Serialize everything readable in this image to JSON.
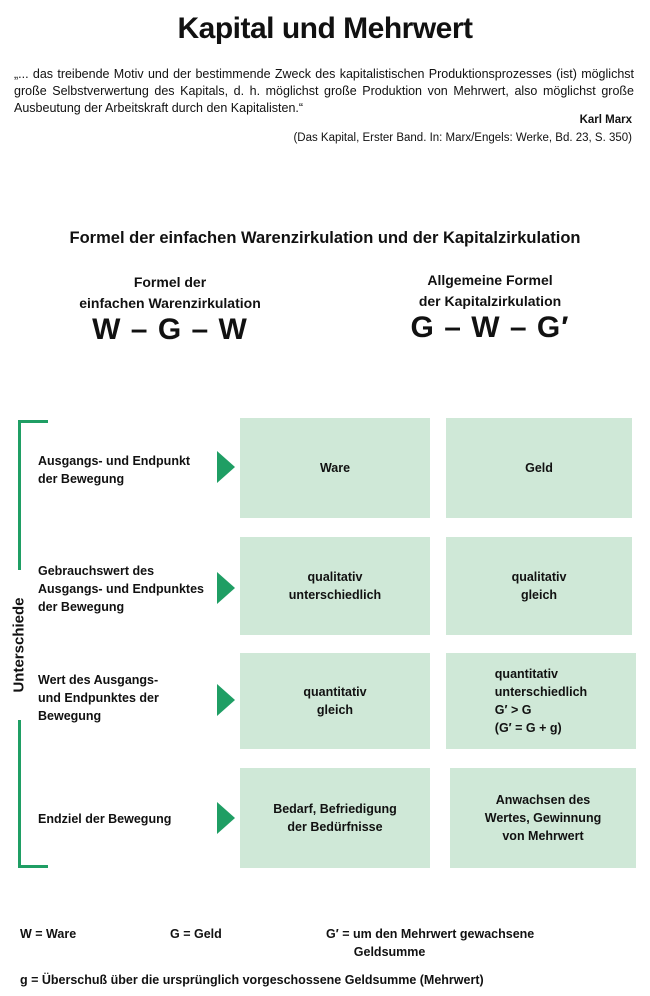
{
  "title": "Kapital und Mehrwert",
  "quote": {
    "text": "„... das treibende Motiv und der bestimmende Zweck des kapitalistischen Produktionsprozesses (ist) möglichst große Selbstverwertung des Kapitals, d. h. möglichst große Produktion von Mehrwert, also möglichst große Ausbeutung der Arbeitskraft durch den Kapitalisten.“",
    "author": "Karl Marx",
    "source": "(Das Kapital, Erster Band. In: Marx/Engels: Werke, Bd. 23, S. 350)"
  },
  "diagram": {
    "title": "Formel der einfachen Warenzirkulation und der Kapitalzirkulation",
    "left_heading": [
      "Formel der",
      "einfachen Warenzirkulation"
    ],
    "left_formula": "W – G – W",
    "right_heading": [
      "Allgemeine Formel",
      "der Kapitalzirkulation"
    ],
    "right_formula": "G – W – G′",
    "side_label": "Unterschiede",
    "rows": [
      {
        "label": "Ausgangs- und Endpunkt\nder Bewegung",
        "left": "Ware",
        "right": "Geld"
      },
      {
        "label": "Gebrauchswert des\nAusgangs- und Endpunktes\nder Bewegung",
        "left": "qualitativ\nunterschiedlich",
        "right": "qualitativ\ngleich"
      },
      {
        "label": "Wert des Ausgangs-\nund Endpunktes der\nBewegung",
        "left": "quantitativ\ngleich",
        "right": "quantitativ\nunterschiedlich\nG′ > G\n(G′ = G + g)"
      },
      {
        "label": "Endziel der Bewegung",
        "left": "Bedarf, Befriedigung\nder Bedürfnisse",
        "right": "Anwachsen des\nWertes, Gewinnung\nvon Mehrwert"
      }
    ]
  },
  "legend": {
    "w": "W = Ware",
    "g": "G = Geld",
    "gprime": "G′ = um den Mehrwert gewachsene\n        Geldsumme",
    "small_g": "g = Überschuß über die ursprünglich vorgeschossene Geldsumme (Mehrwert)"
  },
  "colors": {
    "accent_green": "#1f9e64",
    "box_fill": "#cfe8d7"
  }
}
